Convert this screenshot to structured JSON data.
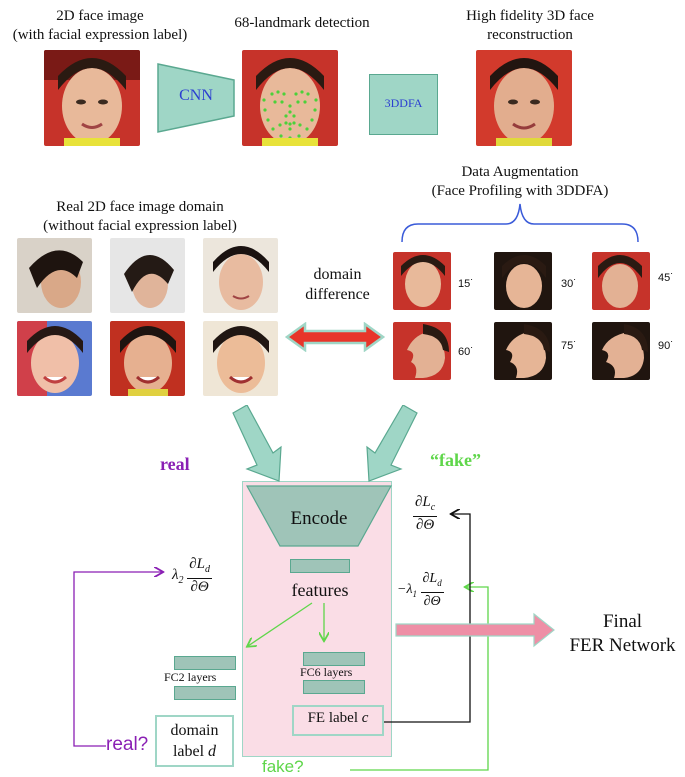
{
  "top": {
    "input_caption_line1": "2D face image",
    "input_caption_line2": "(with facial expression label)",
    "landmark_caption": "68-landmark detection",
    "recon_caption_line1": "High fidelity 3D face",
    "recon_caption_line2": "reconstruction",
    "cnn_label": "CNN",
    "tddfa_label": "3DDFA"
  },
  "real_domain": {
    "caption_line1": "Real 2D face image domain",
    "caption_line2": "(without facial expression label)"
  },
  "augmentation": {
    "caption_line1": "Data Augmentation",
    "caption_line2": "(Face Profiling with 3DDFA)",
    "angles": [
      "15",
      "30",
      "45",
      "60",
      "75",
      "90"
    ]
  },
  "domain_difference": {
    "line1": "domain",
    "line2": "difference"
  },
  "network": {
    "real_label": "real",
    "fake_label": "“fake”",
    "encode_label": "Encode",
    "features_label": "features",
    "fc2_label": "FC2 layers",
    "fc6_label": "FC6 layers",
    "domain_label_line1": "domain",
    "domain_label_line2": "label",
    "domain_label_var": "d",
    "fe_label_text": "FE label",
    "fe_label_var": "c",
    "real_question": "real?",
    "fake_question": "fake?",
    "final_line1": "Final",
    "final_line2": "FER Network",
    "grad_c_num": "∂L",
    "grad_c_sub": "c",
    "grad_den": "∂Θ",
    "grad_d_num": "∂L",
    "grad_d_sub": "d",
    "lambda2": "λ",
    "lambda2_sub": "2",
    "lambda1_prefix": "−λ",
    "lambda1_sub": "1"
  },
  "colors": {
    "teal_fill": "#9fd6c6",
    "teal_stroke": "#5aa890",
    "pink_panel": "#fadde6",
    "pink_arrow": "#ee8fa6",
    "purple": "#8a1fb4",
    "green": "#5fd64a",
    "blue_bracket": "#3a5bd9",
    "red_arrow": "#e8352a"
  }
}
